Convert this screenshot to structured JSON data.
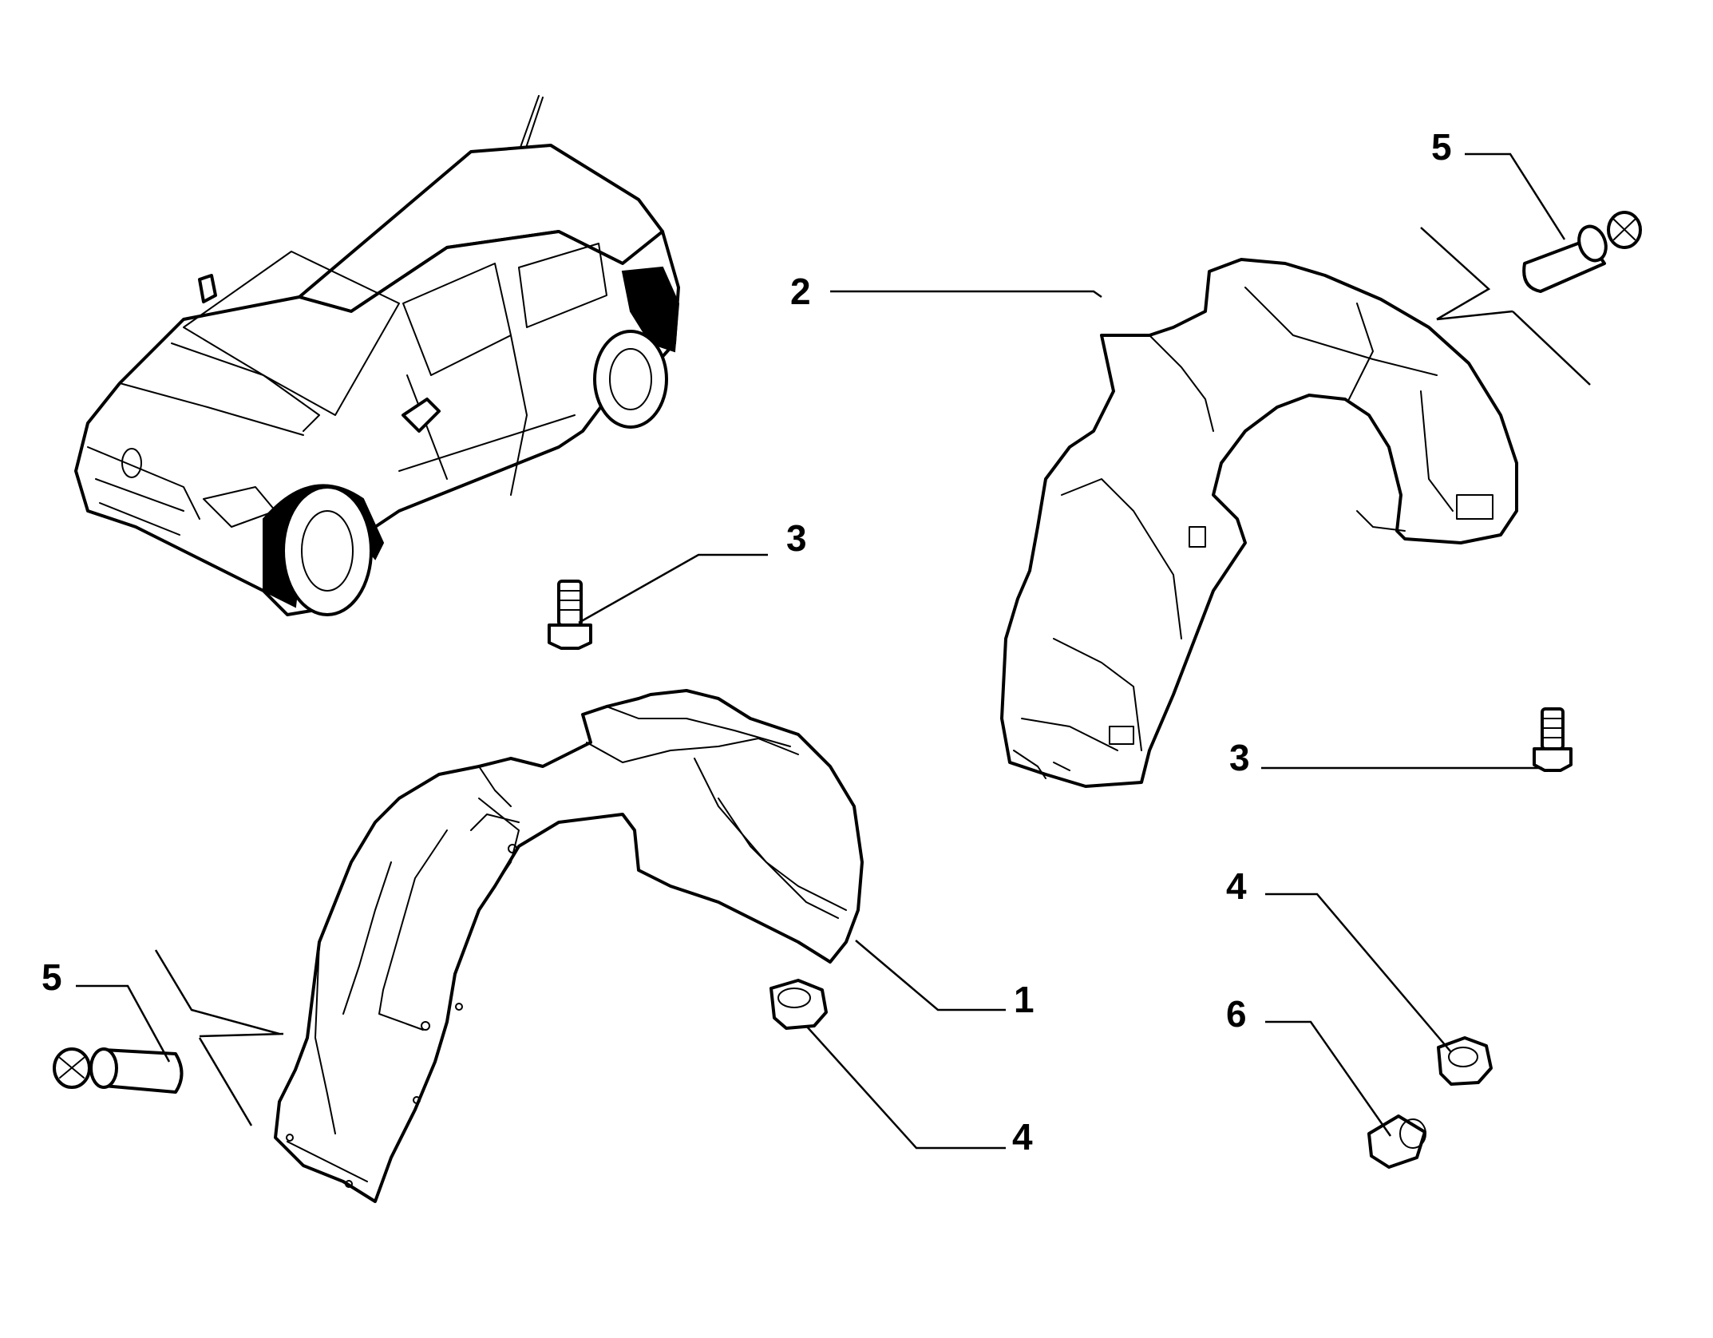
{
  "callouts": [
    {
      "id": "c1",
      "label": "1"
    },
    {
      "id": "c2",
      "label": "2"
    },
    {
      "id": "c3a",
      "label": "3"
    },
    {
      "id": "c3b",
      "label": "3"
    },
    {
      "id": "c4a",
      "label": "4"
    },
    {
      "id": "c4b",
      "label": "4"
    },
    {
      "id": "c5a",
      "label": "5"
    },
    {
      "id": "c5b",
      "label": "5"
    },
    {
      "id": "c6",
      "label": "6"
    }
  ],
  "colors": {
    "ink": "#000000",
    "paper": "#ffffff"
  }
}
